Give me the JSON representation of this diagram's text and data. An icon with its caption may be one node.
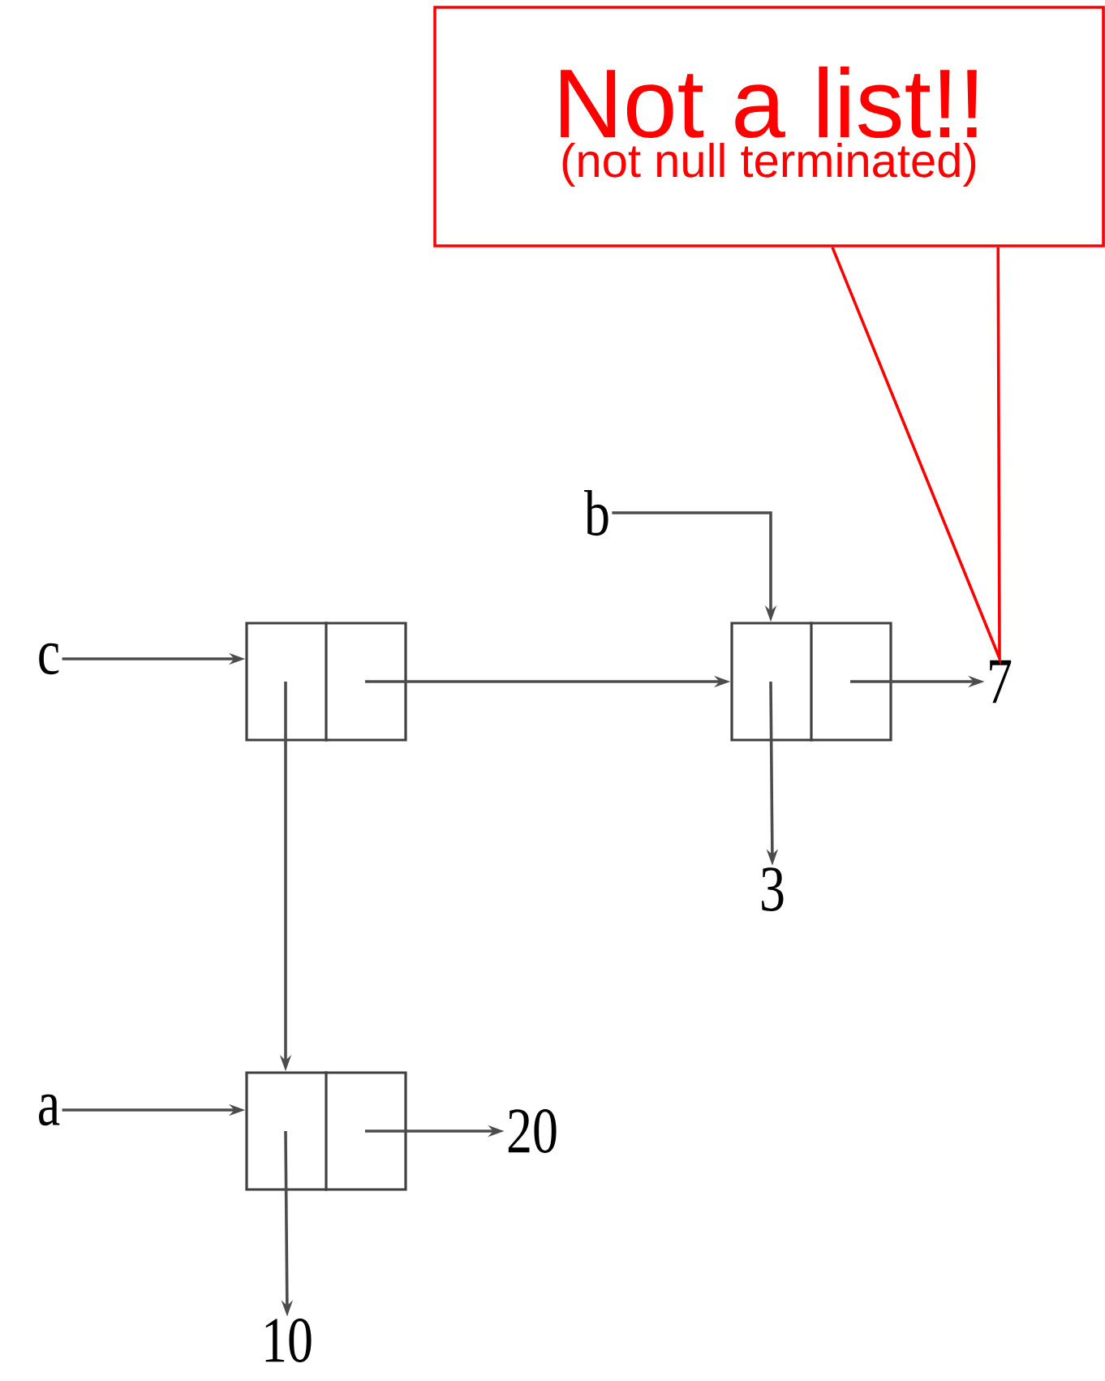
{
  "diagram": {
    "nodes": [
      {
        "text": [
          "Not a list!!",
          "(not null terminated)"
        ]
      },
      {
        "text": [
          "c"
        ]
      },
      {
        "text": [],
        "shape": "box"
      },
      {
        "text": [
          "b"
        ]
      },
      {
        "text": [],
        "shape": "box"
      },
      {
        "text": [
          "7"
        ]
      },
      {
        "text": [
          "3"
        ]
      },
      {
        "text": [
          "a"
        ]
      },
      {
        "text": [],
        "shape": "box"
      },
      {
        "text": [
          "20"
        ]
      },
      {
        "text": [
          "10"
        ]
      }
    ],
    "edges": [
      {
        "from": 0,
        "to": 5,
        "arrow": "none",
        "color": "#ff0000"
      },
      {
        "from": 3,
        "to": 4,
        "arrow": "to"
      },
      {
        "from": 1,
        "to": 2,
        "arrow": "to"
      },
      {
        "from": 2,
        "to": 4,
        "arrow": "to"
      },
      {
        "from": 4,
        "to": 5,
        "arrow": "to"
      },
      {
        "from": 4,
        "to": 6,
        "arrow": "to"
      },
      {
        "from": 2,
        "to": 8,
        "arrow": "to"
      },
      {
        "from": 7,
        "to": 8,
        "arrow": "to"
      },
      {
        "from": 8,
        "to": 9,
        "arrow": "to"
      },
      {
        "from": 8,
        "to": 10,
        "arrow": "to"
      }
    ]
  }
}
